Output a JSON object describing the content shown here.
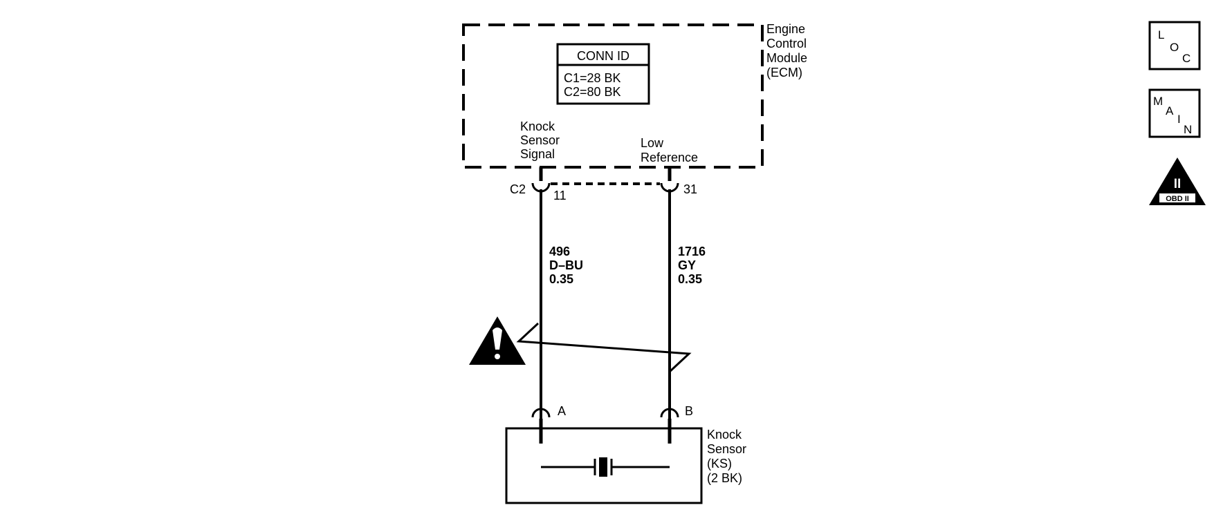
{
  "ecm": {
    "name_lines": [
      "Engine",
      "Control",
      "Module",
      "(ECM)"
    ],
    "conn_id": {
      "title": "CONN ID",
      "rows": [
        "C1=28 BK",
        "C2=80 BK"
      ]
    },
    "pin_labels": {
      "signal": [
        "Knock",
        "Sensor",
        "Signal"
      ],
      "low_ref": [
        "Low",
        "Reference"
      ]
    },
    "connector": "C2",
    "pin_signal": "11",
    "pin_low_ref": "31"
  },
  "wires": {
    "signal": {
      "circuit": "496",
      "color": "D–BU",
      "gauge": "0.35"
    },
    "low_ref": {
      "circuit": "1716",
      "color": "GY",
      "gauge": "0.35"
    }
  },
  "sensor": {
    "name_lines": [
      "Knock",
      "Sensor",
      "(KS)",
      "(2 BK)"
    ],
    "pin_a": "A",
    "pin_b": "B"
  },
  "side_icons": {
    "loc": [
      "L",
      "O",
      "C"
    ],
    "main": [
      "M",
      "A",
      "I",
      "N"
    ],
    "obd": {
      "numeral": "II",
      "caption": "OBD II"
    }
  },
  "caution_icon": "exclamation-triangle-icon"
}
